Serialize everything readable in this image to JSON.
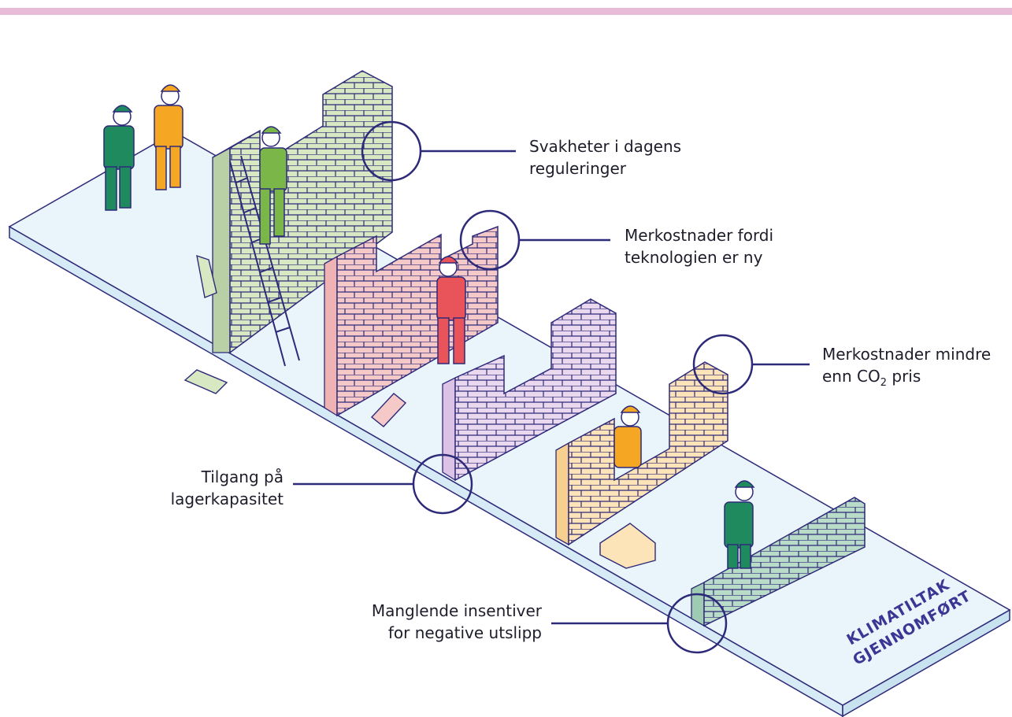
{
  "colors": {
    "top_bar": "#e8bcd8",
    "ground_top": "#eaf5fb",
    "ground_side": "#d6ebf5",
    "outline": "#2e2a7a",
    "wall_green": "#d7e8c2",
    "wall_red": "#f6c9c9",
    "wall_purple": "#ead8ef",
    "wall_orange": "#fde3b8",
    "wall_teal": "#b9dcc8",
    "worker_green": "#1f8a5e",
    "worker_orange": "#f5a623",
    "worker_red": "#e8545a",
    "worker_lime": "#7ab648"
  },
  "callouts": {
    "c1": {
      "line1": "Svakheter i dagens",
      "line2": "reguleringer"
    },
    "c2": {
      "line1": "Merkostnader fordi",
      "line2": "teknologien er ny"
    },
    "c3": {
      "line1": "Merkostnader mindre",
      "line2a": "enn CO",
      "line2_sub": "2",
      "line2b": " pris"
    },
    "c4": {
      "line1": "Tilgang på",
      "line2": "lagerkapasitet"
    },
    "c5": {
      "line1": "Manglende insentiver",
      "line2": "for negative utslipp"
    }
  },
  "banner": {
    "line1": "KLIMATILTAK",
    "line2": "GJENNOMFØRT"
  }
}
